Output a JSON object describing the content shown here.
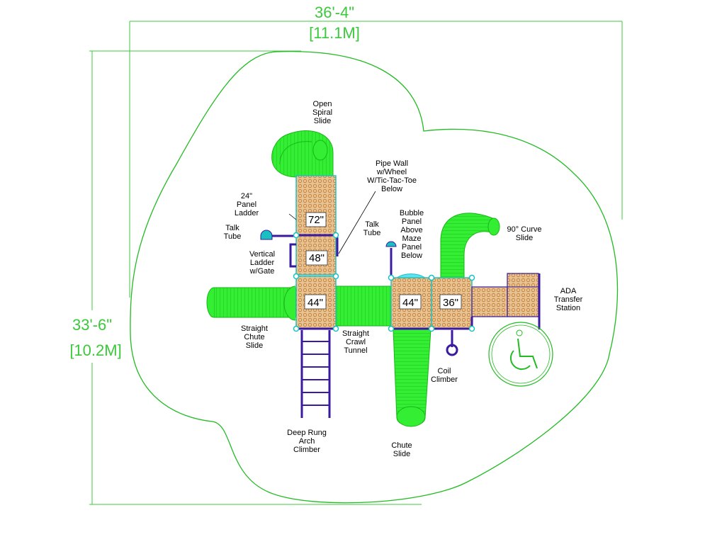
{
  "dimensions": {
    "width_imperial": "36'-4\"",
    "width_metric": "[11.1M]",
    "depth_imperial": "33'-6\"",
    "depth_metric": "[10.2M]"
  },
  "deck_heights": {
    "deck_72": "72\"",
    "deck_48": "48\"",
    "deck_44_left": "44\"",
    "deck_44_right": "44\"",
    "deck_36": "36\""
  },
  "components": {
    "open_spiral_slide": [
      "Open",
      "Spiral",
      "Slide"
    ],
    "panel_ladder": [
      "24\"",
      "Panel",
      "Ladder"
    ],
    "talk_tube_left": [
      "Talk",
      "Tube"
    ],
    "vertical_ladder": [
      "Vertical",
      "Ladder",
      "w/Gate"
    ],
    "straight_chute_slide": [
      "Straight",
      "Chute",
      "Slide"
    ],
    "straight_crawl_tunnel": [
      "Straight",
      "Crawl",
      "Tunnel"
    ],
    "deep_rung_arch_climber": [
      "Deep Rung",
      "Arch",
      "Climber"
    ],
    "pipe_wall": [
      "Pipe Wall",
      "w/Wheel",
      "W/Tic-Tac-Toe",
      "Below"
    ],
    "talk_tube_right": [
      "Talk",
      "Tube"
    ],
    "bubble_panel": [
      "Bubble",
      "Panel",
      "Above",
      "Maze",
      "Panel",
      "Below"
    ],
    "curve_slide": [
      "90° Curve",
      "Slide"
    ],
    "ada_transfer_station": [
      "ADA",
      "Transfer",
      "Station"
    ],
    "coil_climber": [
      "Coil",
      "Climber"
    ],
    "chute_slide": [
      "Chute",
      "Slide"
    ]
  },
  "colors": {
    "slide_green": "#33ee33",
    "boundary_green": "#22bb22",
    "dimension_green": "#3cc83c",
    "deck_tan": "#e2b888",
    "frame_purple": "#3a1aa0",
    "post_cyan": "#19c0c0"
  },
  "icons": {
    "accessibility": "wheelchair-symbol-icon"
  }
}
